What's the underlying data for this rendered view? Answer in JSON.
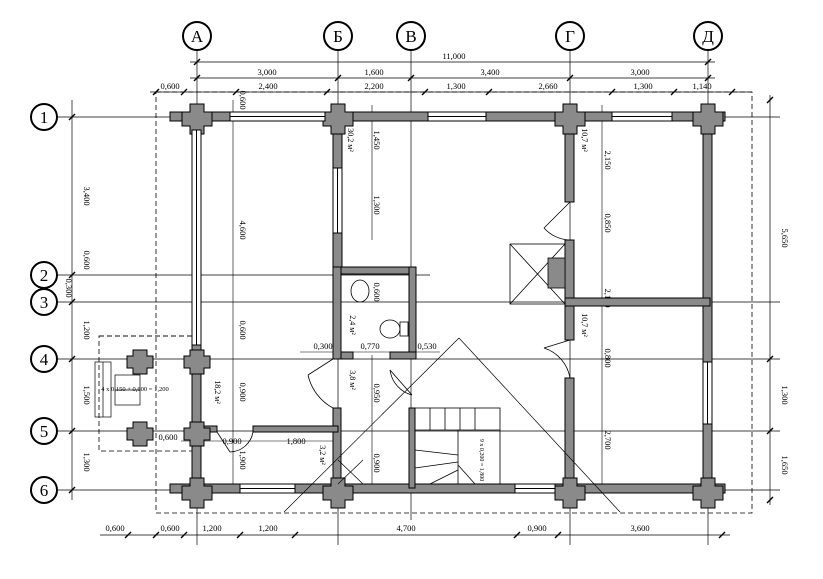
{
  "axes_letters": [
    "А",
    "Б",
    "В",
    "Г",
    "Д"
  ],
  "axes_numbers": [
    "1",
    "2",
    "3",
    "4",
    "5",
    "6"
  ],
  "dims": {
    "total_top": "11,000",
    "top1": [
      "3,000",
      "1,600",
      "3,400",
      "3,000"
    ],
    "top2": [
      "0,600",
      "2,400",
      "2,200",
      "1,300",
      "2,660",
      "1,300",
      "1,140"
    ],
    "bottom": [
      "0,600",
      "0,600",
      "1,200",
      "1,200",
      "4,700",
      "0,900",
      "3,600"
    ],
    "left_outer": [
      "3,400",
      "0,600",
      "0,300",
      "1,200",
      "1,500",
      "1,300"
    ],
    "right_outer": [
      "5,650",
      "1,300",
      "1,650"
    ],
    "lower_left": [
      "0,600",
      "0,900",
      "1,800"
    ],
    "small": [
      "0,300",
      "0,770",
      "0,530"
    ],
    "interior_v": [
      "4,600",
      "0,600",
      "0,900",
      "1,900",
      "0,600"
    ],
    "room_b_v": [
      "1,450",
      "1,300"
    ],
    "room_g_v": [
      "2,150",
      "0,850",
      "2,100",
      "0,800",
      "2,700"
    ],
    "wc_v": [
      "0,950",
      "0,900",
      "0,600"
    ]
  },
  "rooms": {
    "r1": "30,2 м²",
    "r2": "10,7 м²",
    "r3": "10,7 м²",
    "r4": "2,4 м²",
    "r5": "3,8 м²",
    "r6": "18,2 м²",
    "r7": "3,2 м²"
  },
  "porch_label": "4 х 0,150 + 0,600 = 1,200",
  "stair_label": "9 х 0,200 = 1,800"
}
